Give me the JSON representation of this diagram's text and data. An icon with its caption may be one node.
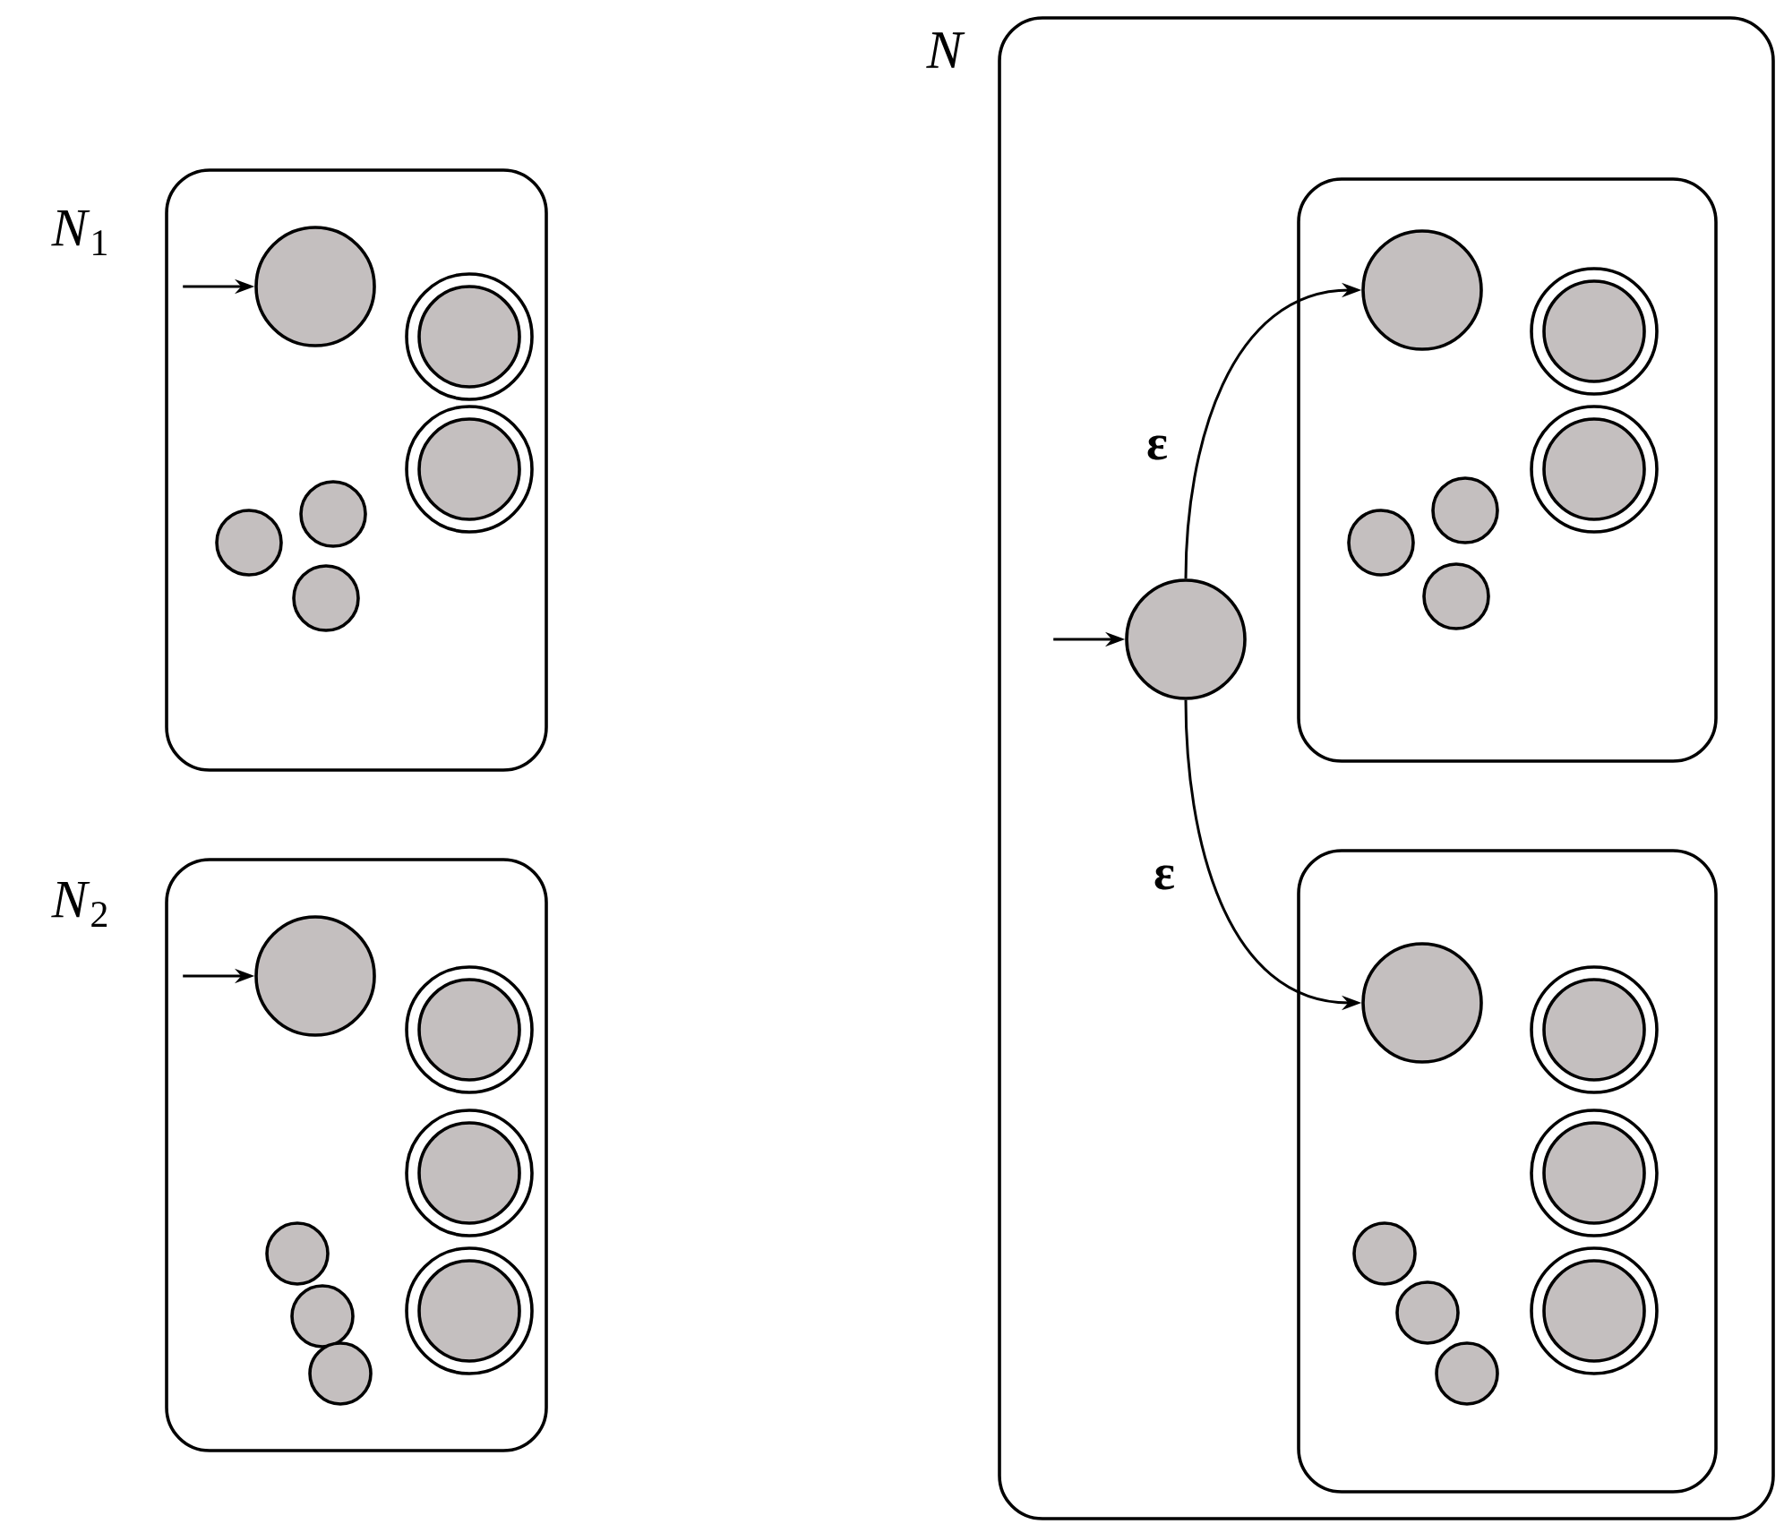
{
  "diagram": {
    "nodes": [
      {
        "text": [
          "*N*$_{1}$"
        ]
      },
      {
        "text": [],
        "shape": "circle",
        "in": 0
      },
      {
        "text": [],
        "shape": "ring",
        "in": 0
      },
      {
        "text": [],
        "shape": "ring",
        "in": 0
      },
      {
        "text": [],
        "shape": "circle",
        "in": 0
      },
      {
        "text": [],
        "shape": "circle",
        "in": 0
      },
      {
        "text": [],
        "shape": "circle",
        "in": 0
      },
      {
        "text": [
          "*N*$_{2}$"
        ]
      },
      {
        "text": [],
        "shape": "circle",
        "in": 7
      },
      {
        "text": [],
        "shape": "ring",
        "in": 7
      },
      {
        "text": [],
        "shape": "ring",
        "in": 7
      },
      {
        "text": [],
        "shape": "ring",
        "in": 7
      },
      {
        "text": [],
        "shape": "circle",
        "in": 7
      },
      {
        "text": [],
        "shape": "circle",
        "in": 7
      },
      {
        "text": [],
        "shape": "circle",
        "in": 7
      },
      {
        "text": [
          "*N*"
        ]
      },
      {
        "text": [],
        "shape": "circle",
        "in": 15
      },
      {
        "text": [],
        "shape": "box",
        "in": 15
      },
      {
        "text": [],
        "shape": "circle",
        "in": 17
      },
      {
        "text": [],
        "shape": "ring",
        "in": 17
      },
      {
        "text": [],
        "shape": "ring",
        "in": 17
      },
      {
        "text": [],
        "shape": "circle",
        "in": 17
      },
      {
        "text": [],
        "shape": "circle",
        "in": 17
      },
      {
        "text": [],
        "shape": "circle",
        "in": 17
      },
      {
        "text": [],
        "shape": "box",
        "in": 15
      },
      {
        "text": [],
        "shape": "circle",
        "in": 24
      },
      {
        "text": [],
        "shape": "ring",
        "in": 24
      },
      {
        "text": [],
        "shape": "ring",
        "in": 24
      },
      {
        "text": [],
        "shape": "ring",
        "in": 24
      },
      {
        "text": [],
        "shape": "circle",
        "in": 24
      },
      {
        "text": [],
        "shape": "circle",
        "in": 24
      },
      {
        "text": [],
        "shape": "circle",
        "in": 24
      }
    ],
    "edges": [
      {
        "from": null,
        "to": 1,
        "arrow": "to"
      },
      {
        "from": null,
        "to": 8,
        "arrow": "to"
      },
      {
        "from": null,
        "to": 16,
        "arrow": "to"
      },
      {
        "from": 16,
        "to": 18,
        "arrow": "to",
        "label": "ε"
      },
      {
        "from": 16,
        "to": 25,
        "arrow": "to",
        "label": "ε"
      }
    ]
  }
}
